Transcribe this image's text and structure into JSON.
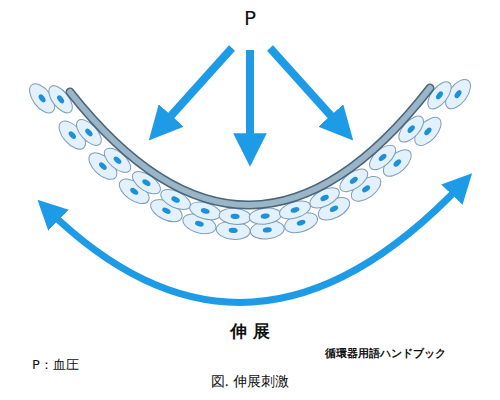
{
  "diagram": {
    "caption": "図. 伸展刺激",
    "labels": [
      "P",
      "伸 展",
      "P：血圧",
      "循環器用語ハンドブック"
    ]
  }
}
